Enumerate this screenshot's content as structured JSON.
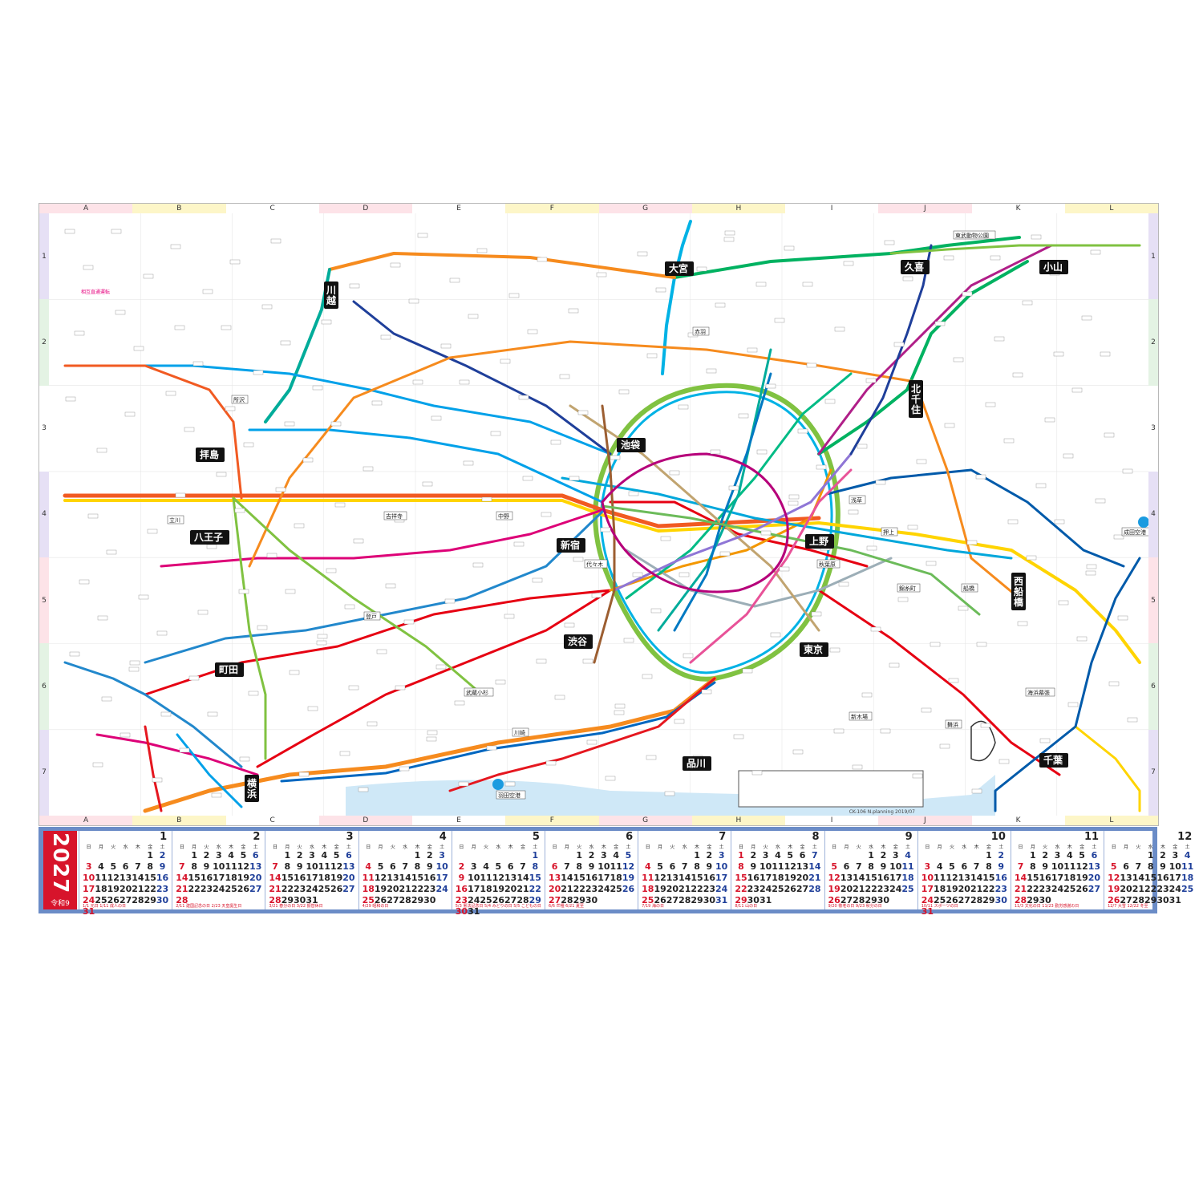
{
  "grid": {
    "columns": [
      "A",
      "B",
      "C",
      "D",
      "E",
      "F",
      "G",
      "H",
      "I",
      "J",
      "K",
      "L"
    ],
    "rows": [
      "1",
      "2",
      "3",
      "4",
      "5",
      "6",
      "7"
    ]
  },
  "hubs": [
    {
      "id": "omiya",
      "label": "大宮"
    },
    {
      "id": "kuki",
      "label": "久喜"
    },
    {
      "id": "oyama",
      "label": "小山"
    },
    {
      "id": "kawagoe",
      "label": "川越"
    },
    {
      "id": "kitasenju",
      "label": "北千住"
    },
    {
      "id": "ikebukuro",
      "label": "池袋"
    },
    {
      "id": "haijima",
      "label": "拝島"
    },
    {
      "id": "hachioji",
      "label": "八王子"
    },
    {
      "id": "shinjuku",
      "label": "新宿"
    },
    {
      "id": "ueno",
      "label": "上野"
    },
    {
      "id": "nishifunabashi",
      "label": "西船橋"
    },
    {
      "id": "machida",
      "label": "町田"
    },
    {
      "id": "shibuya",
      "label": "渋谷"
    },
    {
      "id": "tokyo",
      "label": "東京"
    },
    {
      "id": "shinagawa",
      "label": "品川"
    },
    {
      "id": "chiba",
      "label": "千葉"
    },
    {
      "id": "yokohama",
      "label": "横浜"
    }
  ],
  "stations": [
    {
      "id": "s1",
      "label": "東武動物公園"
    },
    {
      "id": "s2",
      "label": "所沢"
    },
    {
      "id": "s3",
      "label": "赤羽"
    },
    {
      "id": "s4",
      "label": "立川"
    },
    {
      "id": "s5",
      "label": "吉祥寺"
    },
    {
      "id": "s6",
      "label": "中野"
    },
    {
      "id": "s7",
      "label": "代々木"
    },
    {
      "id": "s8",
      "label": "秋葉原"
    },
    {
      "id": "s9",
      "label": "錦糸町"
    },
    {
      "id": "s10",
      "label": "船橋"
    },
    {
      "id": "s11",
      "label": "成田空港"
    },
    {
      "id": "s12",
      "label": "登戸"
    },
    {
      "id": "s13",
      "label": "武蔵小杉"
    },
    {
      "id": "s14",
      "label": "川崎"
    },
    {
      "id": "s15",
      "label": "羽田空港"
    },
    {
      "id": "s16",
      "label": "新木場"
    },
    {
      "id": "s17",
      "label": "舞浜"
    },
    {
      "id": "s18",
      "label": "海浜幕張"
    },
    {
      "id": "s19",
      "label": "浅草"
    },
    {
      "id": "s20",
      "label": "押上"
    }
  ],
  "notes": {
    "credit": "CK-106 N.planning 2019/07",
    "line_note": "相互直通運転"
  },
  "calendar": {
    "year": "2027",
    "reiwa": "令和9",
    "dow": [
      "日",
      "月",
      "火",
      "水",
      "木",
      "金",
      "土"
    ],
    "months": [
      {
        "num": "1",
        "offset": 5,
        "days": 31,
        "note": "1/1 元日 1/11 成人の日"
      },
      {
        "num": "2",
        "offset": 1,
        "days": 28,
        "note": "2/11 建国記念の日 2/23 天皇誕生日"
      },
      {
        "num": "3",
        "offset": 1,
        "days": 31,
        "note": "3/21 春分の日 3/22 振替休日"
      },
      {
        "num": "4",
        "offset": 4,
        "days": 30,
        "note": "4/29 昭和の日"
      },
      {
        "num": "5",
        "offset": 6,
        "days": 31,
        "note": "5/3 憲法記念日 5/4 みどりの日 5/5 こどもの日"
      },
      {
        "num": "6",
        "offset": 2,
        "days": 30,
        "note": "6/6 芒種 6/21 夏至"
      },
      {
        "num": "7",
        "offset": 4,
        "days": 31,
        "note": "7/19 海の日"
      },
      {
        "num": "8",
        "offset": 0,
        "days": 31,
        "note": "8/11 山の日"
      },
      {
        "num": "9",
        "offset": 3,
        "days": 30,
        "note": "9/20 敬老の日 9/23 秋分の日"
      },
      {
        "num": "10",
        "offset": 5,
        "days": 31,
        "note": "10/11 スポーツの日"
      },
      {
        "num": "11",
        "offset": 1,
        "days": 30,
        "note": "11/3 文化の日 11/23 勤労感謝の日"
      },
      {
        "num": "12",
        "offset": 3,
        "days": 31,
        "note": "12/7 大雪 12/22 冬至"
      }
    ]
  },
  "colors": {
    "yamanote": "#80c241",
    "chuo": "#f15a22",
    "keihin": "#00b2e5",
    "sobu": "#ffd400",
    "saikyo": "#00ac9a",
    "joban": "#00b261",
    "tokaido": "#f68b1e",
    "yokosuka": "#0067c0",
    "tobu": "#1f3f9a",
    "seibu": "#00a1e9",
    "keio": "#dd0077",
    "odakyu": "#2288cc",
    "tokyu": "#e60012",
    "keikyu": "#e5171f",
    "keisei": "#005aaa",
    "metro_marunouchi": "#e60012",
    "metro_ginza": "#f39700",
    "metro_hibiya": "#9caeb7",
    "metro_tozai": "#00a7db",
    "metro_chiyoda": "#00bb85",
    "metro_yurakucho": "#c1a470",
    "metro_hanzomon": "#8f76d6",
    "metro_namboku": "#00ac9b",
    "metro_fukutoshin": "#9c5e31",
    "toei_asakusa": "#e85298",
    "toei_mita": "#0079c2",
    "toei_shinjuku": "#6cbb5a",
    "toei_oedo": "#b6007a",
    "tsukuba": "#b01e88",
    "hub": "#111111",
    "sea": "#cfe8f7"
  }
}
